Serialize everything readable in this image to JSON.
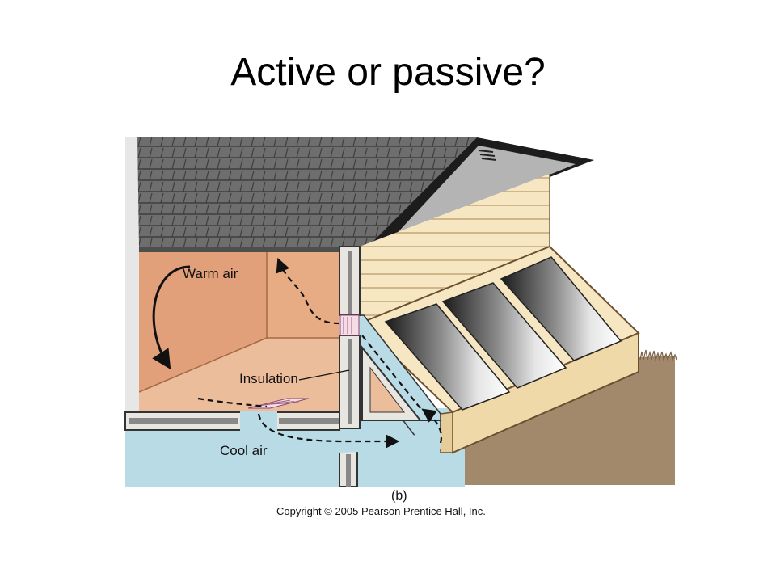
{
  "title": "Active or passive?",
  "diagram": {
    "labels": {
      "warm_air": "Warm air",
      "insulation": "Insulation",
      "cool_air": "Cool air",
      "panel_label": "(b)",
      "copyright": "Copyright © 2005 Pearson Prentice Hall, Inc."
    },
    "colors": {
      "roof": "#6e6e6e",
      "interior_wall": "#e1a07a",
      "interior_floor": "#ecbd9a",
      "cool_air": "#b9dbe6",
      "siding": "#f6e6c2",
      "ground": "#a3896b",
      "gable": "#b4b4b4"
    },
    "icons": [
      "vent-grate-icon",
      "airflow-arrow-icon"
    ]
  }
}
